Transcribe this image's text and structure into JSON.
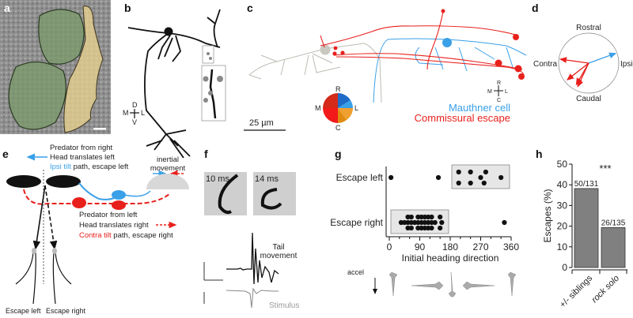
{
  "panels": {
    "a": {
      "label": "a",
      "description": "electron micrograph with green and yellow shaded cells"
    },
    "b": {
      "label": "b",
      "compass": {
        "top": "D",
        "bottom": "V",
        "left": "M",
        "right": "L"
      }
    },
    "c": {
      "label": "c",
      "scale_bar": "25 µm",
      "pie_labels": {
        "top": "R",
        "bottom": "C",
        "left": "M",
        "right": "L"
      },
      "compass": {
        "top": "R",
        "bottom": "C",
        "left": "M",
        "right": "L"
      },
      "legend": [
        {
          "text": "Mauthner cell",
          "color": "#3aa0e8"
        },
        {
          "text": "Commissural escape",
          "color": "#e8201c"
        }
      ]
    },
    "d": {
      "label": "d",
      "labels": {
        "top": "Rostral",
        "bottom": "Caudal",
        "left": "Contra",
        "right": "Ipsi"
      },
      "vectors": [
        {
          "color": "#3aa0e8",
          "angle_deg": 20,
          "length": 0.95
        },
        {
          "color": "#e8201c",
          "angle_deg": 172,
          "length": 0.95
        },
        {
          "color": "#e8201c",
          "angle_deg": 218,
          "length": 0.9
        },
        {
          "color": "#e8201c",
          "angle_deg": 240,
          "length": 0.82
        },
        {
          "color": "#e8201c",
          "angle_deg": 245,
          "length": 0.86
        }
      ]
    },
    "e": {
      "label": "e",
      "top_text": [
        "Predator from right",
        "Head translates left"
      ],
      "top_tilt": {
        "colored": "Ipsi tilt",
        "rest": " path, escape left"
      },
      "inertial": [
        "inertial",
        "movement"
      ],
      "bottom_text": [
        "Predator from left",
        "Head translates right"
      ],
      "bottom_tilt": {
        "colored": "Contra tilt",
        "rest": " path, escape right"
      },
      "escape_labels": [
        "Escape left",
        "Escape right"
      ],
      "colors": {
        "ipsi": "#3aa0e8",
        "contra": "#e8201c"
      }
    },
    "f": {
      "label": "f",
      "frames": [
        "10 ms",
        "14 ms"
      ],
      "trace_labels": {
        "tail": [
          "Tail",
          "movement"
        ],
        "stimulus": "Stimulus"
      }
    },
    "g": {
      "label": "g",
      "accel_label": "accel"
    },
    "h": {
      "label": "h"
    }
  },
  "chart_data": [
    {
      "type": "scatter",
      "panel": "g",
      "xlabel": "Initial heading direction",
      "xlim": [
        0,
        360
      ],
      "xticks": [
        0,
        90,
        180,
        270,
        360
      ],
      "categories": [
        "Escape left",
        "Escape right"
      ],
      "highlight_boxes": [
        {
          "category": "Escape left",
          "range": [
            180,
            360
          ]
        },
        {
          "category": "Escape right",
          "range": [
            0,
            180
          ]
        }
      ],
      "series": [
        {
          "name": "Escape left",
          "points": [
            [
              5,
              0
            ],
            [
              145,
              0
            ],
            [
              205,
              1
            ],
            [
              205,
              -1
            ],
            [
              240,
              1
            ],
            [
              240,
              -1
            ],
            [
              270,
              0
            ],
            [
              285,
              1
            ],
            [
              280,
              -1
            ],
            [
              330,
              0
            ]
          ]
        },
        {
          "name": "Escape right",
          "points": [
            [
              35,
              0
            ],
            [
              45,
              0
            ],
            [
              55,
              0
            ],
            [
              55,
              1
            ],
            [
              55,
              -1
            ],
            [
              65,
              0
            ],
            [
              65,
              1
            ],
            [
              65,
              -1
            ],
            [
              75,
              0
            ],
            [
              85,
              0
            ],
            [
              85,
              1
            ],
            [
              85,
              -1
            ],
            [
              95,
              0
            ],
            [
              95,
              1
            ],
            [
              95,
              -1
            ],
            [
              105,
              0
            ],
            [
              105,
              1
            ],
            [
              105,
              -1
            ],
            [
              115,
              0
            ],
            [
              115,
              1
            ],
            [
              115,
              -1
            ],
            [
              125,
              0
            ],
            [
              125,
              1
            ],
            [
              125,
              -1
            ],
            [
              135,
              0
            ],
            [
              150,
              1
            ],
            [
              150,
              -1
            ],
            [
              155,
              0
            ],
            [
              340,
              0
            ]
          ]
        }
      ]
    },
    {
      "type": "bar",
      "panel": "h",
      "ylabel": "Escapes (%)",
      "ylim": [
        0,
        50
      ],
      "yticks": [
        0,
        10,
        20,
        30,
        40,
        50
      ],
      "categories": [
        "+/- siblings",
        "rock solo"
      ],
      "values": [
        38.2,
        19.3
      ],
      "bar_labels": [
        "50/131",
        "26/135"
      ],
      "significance": "***",
      "bar_color": "#808080"
    }
  ]
}
